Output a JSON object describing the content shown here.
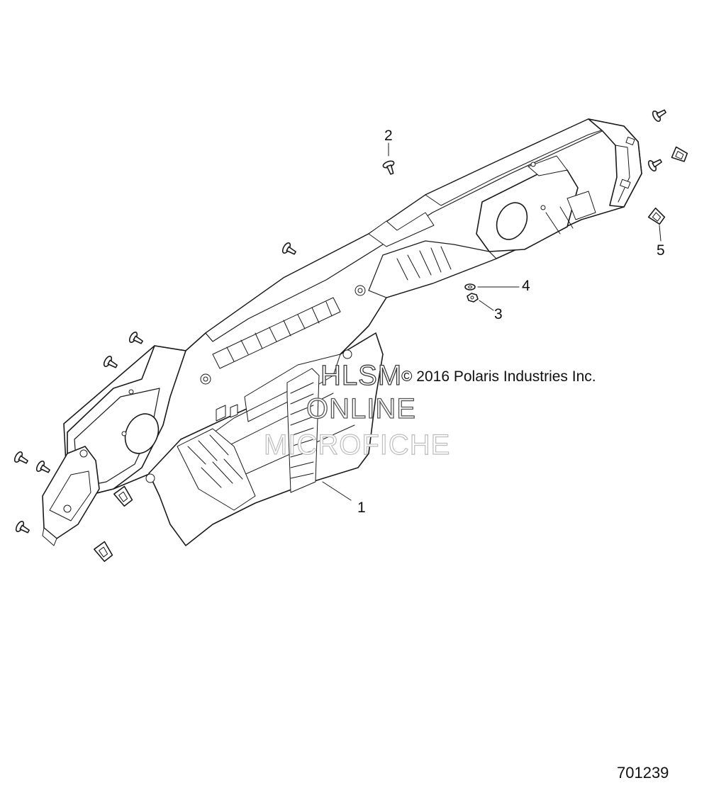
{
  "callouts": {
    "c1": "1",
    "c2": "2",
    "c3": "3",
    "c4": "4",
    "c5": "5"
  },
  "copyright": "© 2016 Polaris Industries Inc.",
  "watermark": {
    "line1": "HLSM",
    "line2": "ONLINE",
    "line3": "MICROFICHE"
  },
  "figure_number": "701239",
  "colors": {
    "line": "#1a1a1a",
    "fill": "#ffffff",
    "watermark_dark": "#3a3a3a",
    "watermark_light": "#bdbdbd"
  },
  "icons": [
    "push-rivet-icon",
    "retainer-clip-icon",
    "washer-icon",
    "nut-icon"
  ]
}
